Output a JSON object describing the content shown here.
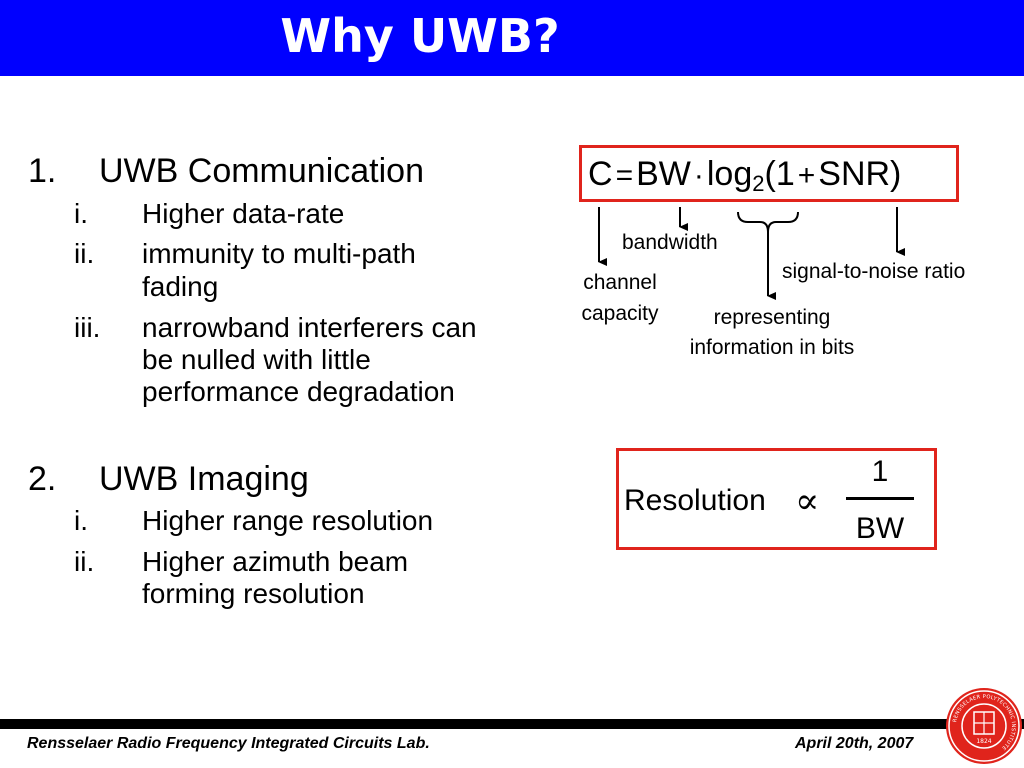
{
  "slide": {
    "title": "Why UWB?"
  },
  "sections": [
    {
      "number": "1.",
      "heading": "UWB Communication",
      "items": [
        {
          "marker": "i.",
          "lines": [
            "Higher data-rate"
          ]
        },
        {
          "marker": "ii.",
          "lines": [
            "immunity to multi-path",
            "fading"
          ]
        },
        {
          "marker": "iii.",
          "lines": [
            "narrowband interferers can",
            "be nulled with little",
            "performance degradation"
          ]
        }
      ]
    },
    {
      "number": "2.",
      "heading": "UWB Imaging",
      "items": [
        {
          "marker": "i.",
          "lines": [
            "Higher range resolution"
          ]
        },
        {
          "marker": "ii.",
          "lines": [
            "Higher azimuth beam",
            "forming resolution"
          ]
        }
      ]
    }
  ],
  "capacity_formula": {
    "lhs": "C",
    "equals": "=",
    "bw": "BW",
    "dot": "·",
    "log": "log",
    "base": "2",
    "open": "(1",
    "plus": "+",
    "snr": "SNR)",
    "annotations": {
      "channel_capacity": [
        "channel",
        "capacity"
      ],
      "bandwidth": "bandwidth",
      "representing": [
        "representing",
        "information in bits"
      ],
      "snr": "signal-to-noise ratio"
    }
  },
  "resolution_formula": {
    "label": "Resolution",
    "proportional": "∝",
    "numerator": "1",
    "denominator": "BW"
  },
  "footer": {
    "left": "Rensselaer Radio Frequency Integrated Circuits Lab.",
    "right": "April  20th, 2007",
    "seal_text": "RENSSELAER POLYTECHNIC INSTITUTE",
    "seal_year": "1824"
  },
  "colors": {
    "title_bar": "#0000ff",
    "box_border": "#e0241c",
    "seal": "#e0241c"
  }
}
